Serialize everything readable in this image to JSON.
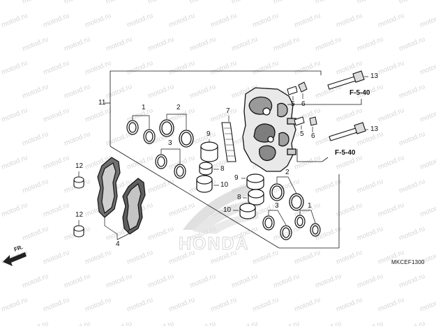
{
  "watermark": {
    "text": "motod.ru"
  },
  "callouts": {
    "c1a": "1",
    "c2a": "2",
    "c3a": "3",
    "c4": "4",
    "c5a": "5",
    "c6a": "6",
    "c5b": "5",
    "c6b": "6",
    "c7": "7",
    "c8a": "8",
    "c8b": "8",
    "c9a": "9",
    "c9b": "9",
    "c10a": "10",
    "c10b": "10",
    "c11": "11",
    "c12a": "12",
    "c12b": "12",
    "c13a": "13",
    "c13b": "13",
    "c2b": "2",
    "c3b": "3",
    "c1b": "1"
  },
  "refs": {
    "upper": "F-5-40",
    "lower": "F-5-40"
  },
  "logo": {
    "text": "HONDA"
  },
  "direction": {
    "label": "FR."
  },
  "diagram_code": "MKCEF1300",
  "colors": {
    "line": "#111111",
    "shade": "#888888",
    "watermark": "#d6d6d6"
  }
}
